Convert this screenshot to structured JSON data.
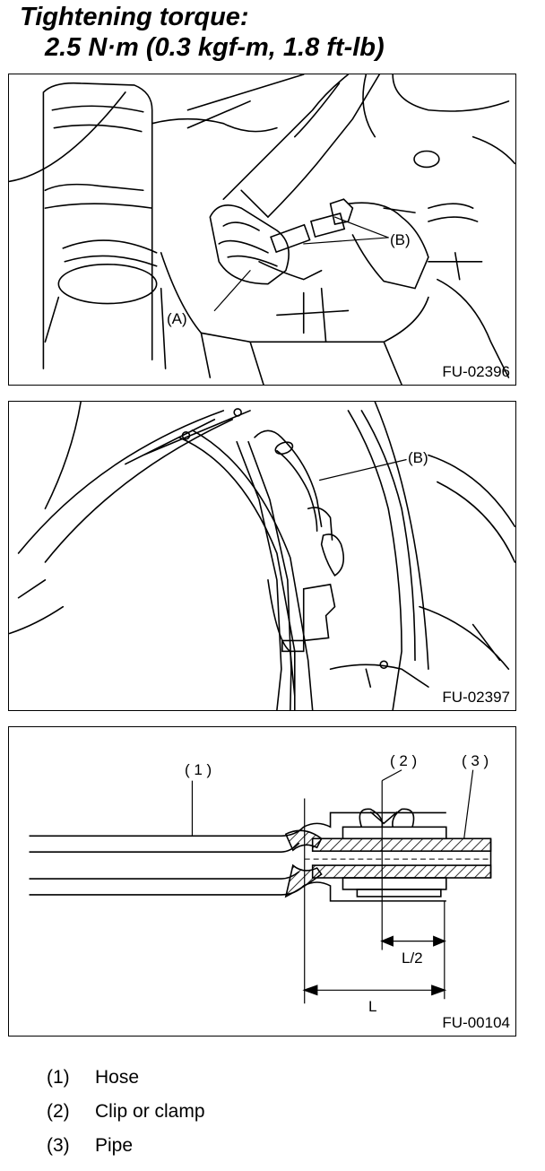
{
  "title": {
    "line1": "Tightening torque:",
    "line2": "2.5 N·m (0.3 kgf-m, 1.8 ft-lb)"
  },
  "figures": [
    {
      "id": "FU-02396",
      "callouts": [
        "(A)",
        "(B)"
      ]
    },
    {
      "id": "FU-02397",
      "callouts": [
        "(B)"
      ]
    },
    {
      "id": "FU-00104",
      "callouts": [
        "( 1 )",
        "( 2 )",
        "( 3 )",
        "L/2",
        "L"
      ]
    }
  ],
  "legend": [
    {
      "num": "(1)",
      "label": "Hose"
    },
    {
      "num": "(2)",
      "label": "Clip or clamp"
    },
    {
      "num": "(3)",
      "label": "Pipe"
    }
  ]
}
